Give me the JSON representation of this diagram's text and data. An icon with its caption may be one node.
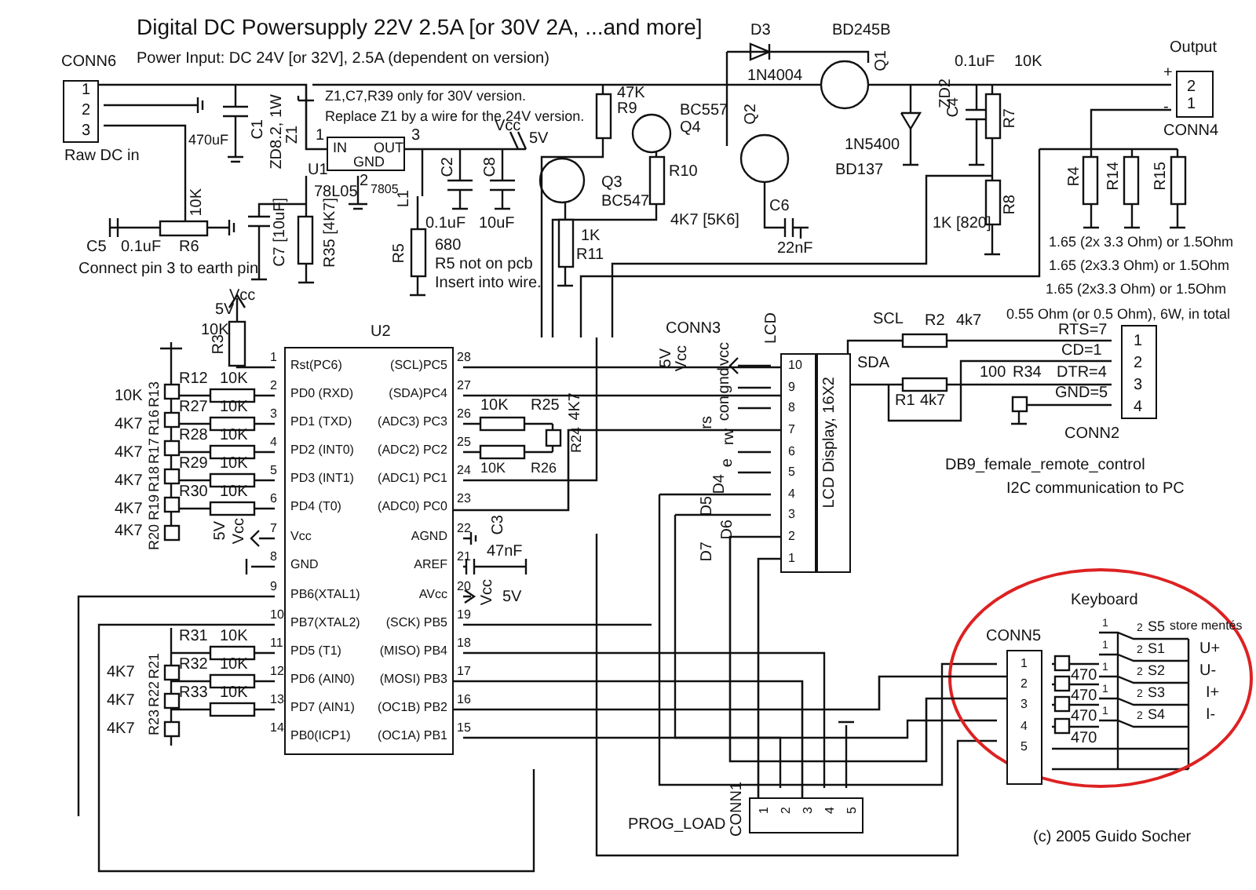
{
  "diagram": {
    "title": "Digital DC Powersupply 22V 2.5A [or 30V 2A, ...and more]",
    "caption": "Power Input: DC 24V [or 32V], 2.5A (dependent on version)",
    "nodes": [
      {
        "text": [
          "CONN6"
        ],
        "beside": [
          "Raw DC in"
        ]
      },
      {
        "text": [
          "U1",
          "IN",
          "OUT",
          "GND"
        ],
        "beside": [
          "78L05",
          "7805"
        ]
      },
      {
        "text": [
          "U2",
          "Rst(PC6)",
          "PD0 (RXD)",
          "PD1 (TXD)",
          "PD2 (INT0)",
          "PD3 (INT1)",
          "PD4 (T0)",
          "Vcc",
          "GND",
          "PB6(XTAL1)",
          "PB7(XTAL2)",
          "PD5 (T1)",
          "PD6 (AIN0)",
          "PD7 (AIN1)",
          "PB0(ICP1)",
          "(SCL)PC5",
          "(SDA)PC4",
          "(ADC3) PC3",
          "(ADC2) PC2",
          "(ADC1) PC1",
          "(ADC0) PC0",
          "AGND",
          "AREF",
          "AVcc",
          "(SCK) PB5",
          "(MISO) PB4",
          "(MOSI) PB3",
          "(OC1B) PB2",
          "(OC1A) PB1"
        ]
      },
      {
        "text": [
          "CONN3",
          "LCD",
          "LCD Display, 16X2"
        ]
      },
      {
        "text": [
          "CONN2"
        ]
      },
      {
        "text": [
          "Output",
          "CONN4"
        ]
      },
      {
        "text": [
          "Keyboard"
        ]
      },
      {
        "text": [
          "CONN5"
        ],
        "in": 6
      },
      {
        "text": [
          "CONN1"
        ],
        "beside": [
          "PROG_LOAD"
        ]
      }
    ],
    "edges": [
      {
        "from": 0,
        "to": 1,
        "arrow": "none"
      },
      {
        "from": 2,
        "to": 3,
        "arrow": "none"
      },
      {
        "from": 2,
        "to": 8,
        "arrow": "none"
      },
      {
        "from": 2,
        "to": 7,
        "arrow": "none"
      },
      {
        "from": 3,
        "to": 7,
        "arrow": "none"
      },
      {
        "from": 3,
        "to": 8,
        "arrow": "none"
      }
    ],
    "labels": [
      "1",
      "2",
      "3",
      "470uF",
      "C1",
      "ZD8.2, 1W",
      "Z1",
      "Z1,C7,R39 only for 30V version.",
      "Replace Z1 by a wire for the 24V version.",
      "1",
      "3",
      "2",
      "Vcc",
      "5V",
      "C2",
      "C8",
      "L1",
      "0.1uF",
      "10uF",
      "680",
      "R5",
      "R5 not on pcb",
      "Insert into wire.",
      "10K",
      "C5",
      "0.1uF",
      "R6",
      "Connect pin 3 to earth pin",
      "C7 [10uF]",
      "R35 [4K7]",
      "Vcc",
      "47K",
      "R9",
      "BC557",
      "Q4",
      "Q3",
      "BC547",
      "1K",
      "R11",
      "R10",
      "4K7 [5K6]",
      "D3",
      "1N4004",
      "BD245B",
      "Q1",
      "Q2",
      "BD137",
      "C6",
      "22nF",
      "ZD2",
      "1N5400",
      "0.1uF",
      "C4",
      "10K",
      "R7",
      "R8",
      "1K [820]",
      "+",
      "2",
      "-",
      "1",
      "R4",
      "R14",
      "R15",
      "1.65 (2x 3.3 Ohm) or 1.5Ohm",
      "1.65 (2x3.3 Ohm) or 1.5Ohm",
      "1.65 (2x3.3 Ohm) or 1.5Ohm",
      "5V",
      "0.55 Ohm (or 0.5 Ohm), 6W, in total",
      "10K",
      "R3",
      "10K",
      "1",
      "28",
      "2",
      "27",
      "3",
      "26",
      "4",
      "25",
      "5",
      "24",
      "6",
      "23",
      "7",
      "22",
      "8",
      "21",
      "9",
      "20",
      "10",
      "19",
      "11",
      "18",
      "12",
      "17",
      "13",
      "16",
      "14",
      "15",
      "10K",
      "R13",
      "R12",
      "10K",
      "4K7",
      "R16",
      "R27",
      "10K",
      "4K7",
      "R17",
      "R28",
      "10K",
      "4K7",
      "R18",
      "R29",
      "10K",
      "4K7",
      "R19",
      "R30",
      "4K7",
      "R20",
      "10K",
      "R25",
      "4K7",
      "R24",
      "10K",
      "R26",
      "5V",
      "Vcc",
      "C3",
      "47nF",
      "Vcc",
      "5V",
      "R31",
      "10K",
      "4K7",
      "R21",
      "R32",
      "10K",
      "4K7",
      "R22",
      "R33",
      "10K",
      "4K7",
      "R23",
      "5V",
      "Vcc",
      "vcc",
      "gnd",
      "con",
      "rs",
      "rw",
      "e",
      "D4",
      "D5",
      "D6",
      "D7",
      "10",
      "9",
      "8",
      "7",
      "6",
      "5",
      "4",
      "3",
      "2",
      "1",
      "SCL",
      "R2",
      "4k7",
      "SDA",
      "R1",
      "4k7",
      "100",
      "R34",
      "RTS=7",
      "1",
      "CD=1",
      "2",
      "DTR=4",
      "3",
      "GND=5",
      "4",
      "DB9_female_remote_control",
      "I2C communication to PC",
      "1",
      "2",
      "S5",
      "store mentés",
      "1",
      "2",
      "S1",
      "U+",
      "1",
      "2",
      "S2",
      "U-",
      "1",
      "2",
      "S3",
      "I+",
      "1",
      "2",
      "S4",
      "I-",
      "1",
      "2",
      "3",
      "4",
      "5",
      "470",
      "470",
      "470",
      "470",
      "1",
      "2",
      "3",
      "4",
      "5",
      "(c) 2005 Guido Socher"
    ]
  }
}
